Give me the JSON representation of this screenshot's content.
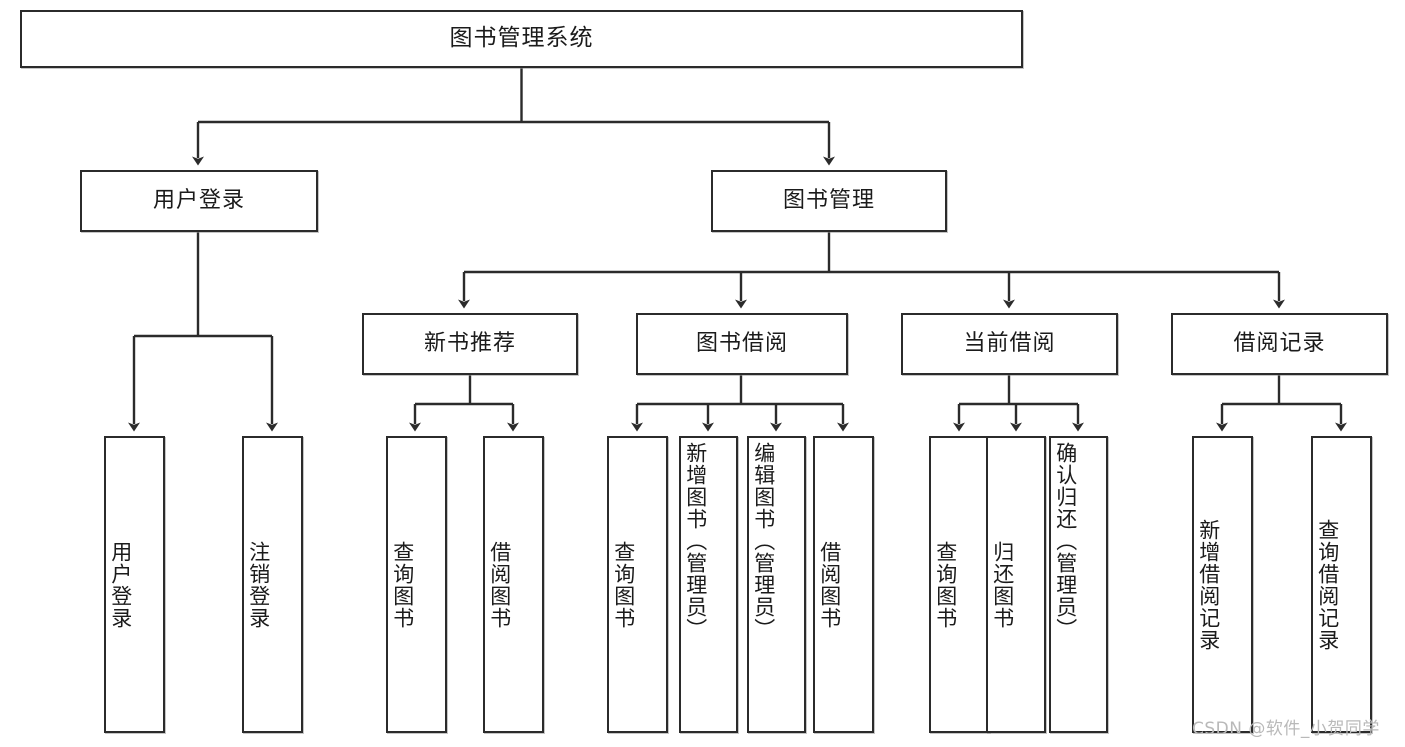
{
  "diagram": {
    "title": "图书管理系统",
    "type": "tree-hierarchy",
    "watermark": "CSDN @软件_小贺同学",
    "colors": {
      "box_border": "#2b2b2b",
      "box_fill": "#ffffff",
      "connector": "#2b2b2b",
      "text": "#1b1b1b",
      "watermark": "#b9b9b9"
    },
    "root": {
      "label": "图书管理系统"
    },
    "level2": [
      {
        "label": "用户登录"
      },
      {
        "label": "图书管理"
      }
    ],
    "level3": [
      {
        "label": "新书推荐"
      },
      {
        "label": "图书借阅"
      },
      {
        "label": "当前借阅"
      },
      {
        "label": "借阅记录"
      }
    ],
    "leaves": {
      "user_login": [
        {
          "label": "用户登录"
        },
        {
          "label": "注销登录"
        }
      ],
      "new_book_recommend": [
        {
          "label": "查询图书"
        },
        {
          "label": "借阅图书"
        }
      ],
      "book_borrow": [
        {
          "label": "查询图书"
        },
        {
          "label": "新增图书（管理员）"
        },
        {
          "label": "编辑图书（管理员）"
        },
        {
          "label": "借阅图书"
        }
      ],
      "current_borrow": [
        {
          "label": "查询图书"
        },
        {
          "label": "归还图书"
        },
        {
          "label": "确认归还（管理员）"
        }
      ],
      "borrow_records": [
        {
          "label": "新增借阅记录"
        },
        {
          "label": "查询借阅记录"
        }
      ]
    }
  }
}
